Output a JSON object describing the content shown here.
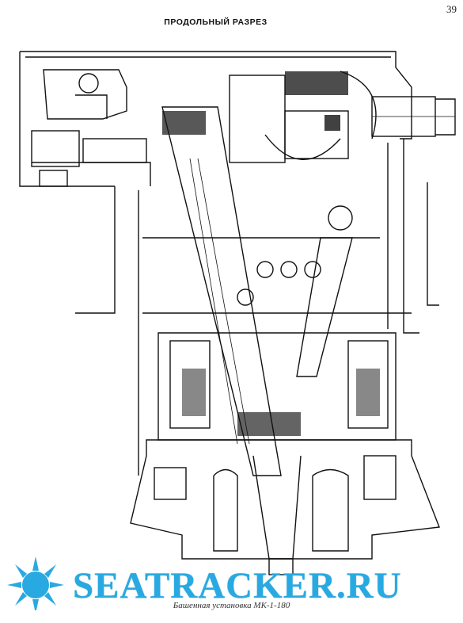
{
  "page": {
    "number": "39",
    "title": "ПРОДОЛЬНЫЙ РАЗРЕЗ",
    "caption": "Башенная установка МК-1-180"
  },
  "watermark": {
    "text": "SEATRACKER.RU",
    "color": "#29a9e1"
  },
  "drawing": {
    "subject": "longitudinal section of a naval gun turret"
  }
}
